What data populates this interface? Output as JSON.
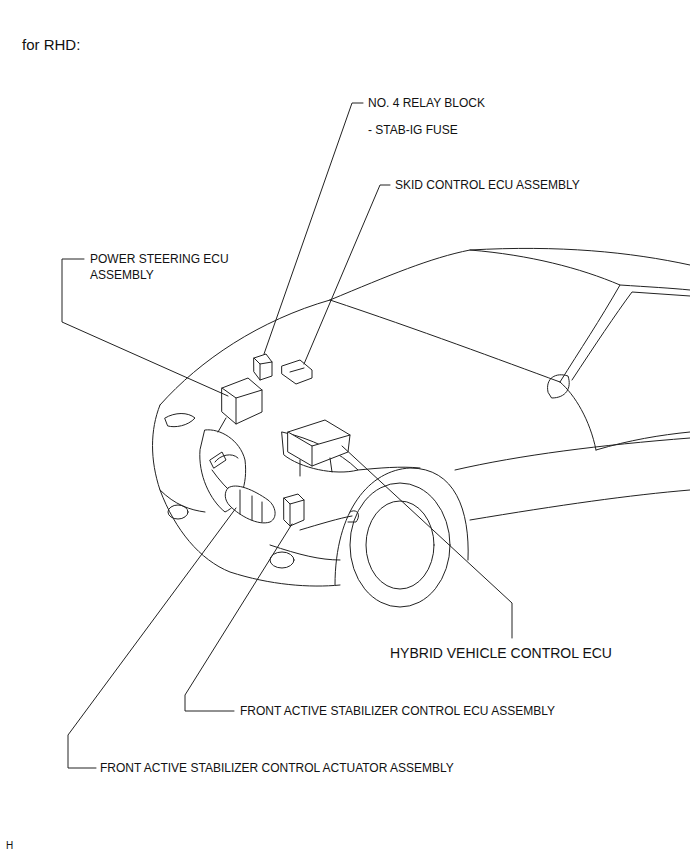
{
  "diagram": {
    "title": "for RHD:",
    "labels": [
      "NO. 4 RELAY BLOCK",
      "- STAB-IG FUSE",
      "SKID CONTROL ECU ASSEMBLY",
      "POWER STEERING ECU ASSEMBLY",
      "HYBRID VEHICLE CONTROL ECU",
      "FRONT ACTIVE STABILIZER CONTROL ECU ASSEMBLY",
      "FRONT ACTIVE STABILIZER CONTROL ACTUATOR ASSEMBLY",
      "H"
    ]
  }
}
